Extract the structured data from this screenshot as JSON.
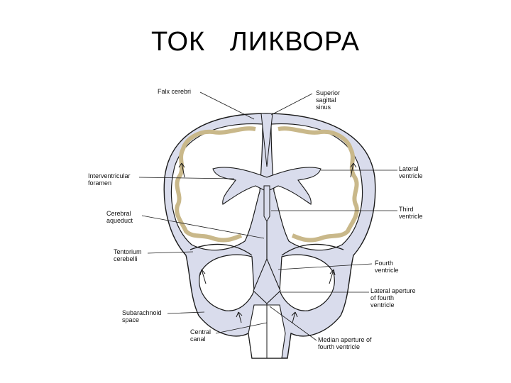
{
  "title": "ТОК   ЛИКВОРА",
  "colors": {
    "csf": "#d9dcec",
    "cortex": "#f3ecd9",
    "line": "#1a1a1a"
  },
  "labels": {
    "falx_cerebri": "Falx cerebri",
    "superior_sagittal_sinus": "Superior\nsagittal\nsinus",
    "interventricular_foramen": "Interventricular\nforamen",
    "lateral_ventricle": "Lateral\nventricle",
    "cerebral_aqueduct": "Cerebral\naqueduct",
    "third_ventricle": "Third\nventricle",
    "tentorium_cerebelli": "Tentorium\ncerebelli",
    "fourth_ventricle": "Fourth\nventricle",
    "lateral_aperture": "Lateral aperture\nof fourth\nventricle",
    "subarachnoid_space": "Subarachnoid\nspace",
    "central_canal": "Central\ncanal",
    "median_aperture": "Median aperture of\nfourth ventricle"
  }
}
